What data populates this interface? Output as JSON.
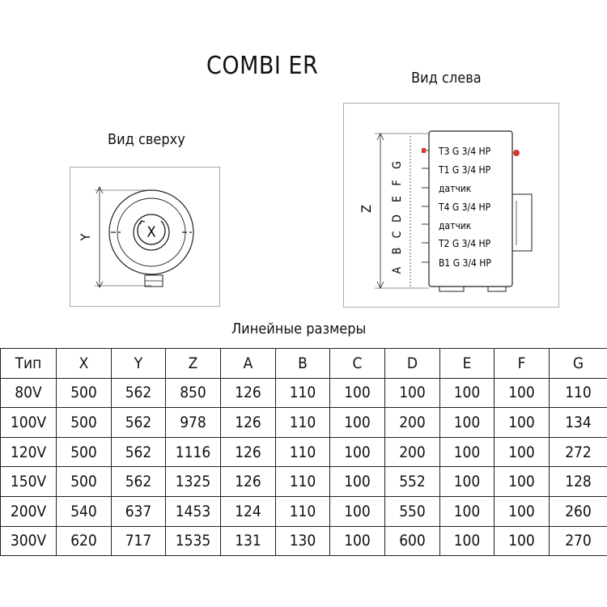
{
  "title": "COMBI ER",
  "top_view_caption": "Вид сверху",
  "side_view_caption": "Вид слева",
  "table_caption": "Линейные размеры",
  "top_view": {
    "x_label": "X",
    "y_label": "Y"
  },
  "side_view": {
    "z_label": "Z",
    "letters": [
      "A",
      "B",
      "C",
      "D",
      "E",
      "F",
      "G"
    ],
    "connections": [
      "T3 G 3/4 HP",
      "T1 G 3/4 HP",
      "датчик",
      "T4 G 3/4 HP",
      "датчик",
      "T2 G 3/4 HP",
      "B1 G 3/4 HP"
    ]
  },
  "colors": {
    "accent_red": "#d9362b"
  },
  "table": {
    "headers": [
      "Тип",
      "X",
      "Y",
      "Z",
      "A",
      "B",
      "C",
      "D",
      "E",
      "F",
      "G"
    ],
    "rows": [
      [
        "80V",
        "500",
        "562",
        "850",
        "126",
        "110",
        "100",
        "100",
        "100",
        "100",
        "110"
      ],
      [
        "100V",
        "500",
        "562",
        "978",
        "126",
        "110",
        "100",
        "200",
        "100",
        "100",
        "134"
      ],
      [
        "120V",
        "500",
        "562",
        "1116",
        "126",
        "110",
        "100",
        "200",
        "100",
        "100",
        "272"
      ],
      [
        "150V",
        "500",
        "562",
        "1325",
        "126",
        "110",
        "100",
        "552",
        "100",
        "100",
        "128"
      ],
      [
        "200V",
        "540",
        "637",
        "1453",
        "124",
        "110",
        "100",
        "550",
        "100",
        "100",
        "260"
      ],
      [
        "300V",
        "620",
        "717",
        "1535",
        "131",
        "130",
        "100",
        "600",
        "100",
        "100",
        "270"
      ]
    ]
  }
}
